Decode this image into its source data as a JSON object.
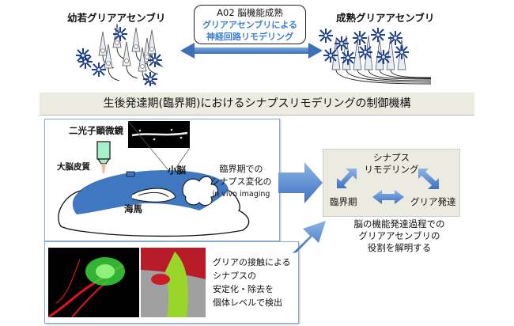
{
  "top": {
    "left_title": "幼若グリアアセンブリ",
    "right_title": "成熟グリアアセンブリ",
    "center_box": {
      "line1": "A02 脳機能成熟",
      "line2": "グリアアセンブリによる",
      "line3": "神経回路リモデリング"
    }
  },
  "banner": {
    "title": "生後発達期(臨界期)におけるシナプスリモデリングの制御機構"
  },
  "imaging_panel": {
    "microscope_label": "二光子顕微鏡",
    "cortex_label": "大脳皮質",
    "cerebellum_label": "小脳",
    "hippocampus_label": "海馬",
    "caption_line1": "臨界期での",
    "caption_line2": "シナプス変化の",
    "caption_line3": "in vivo imaging"
  },
  "contact_panel": {
    "caption_line1": "グリアの接触による",
    "caption_line2": "シナプスの",
    "caption_line3": "安定化・除去を",
    "caption_line4": "個体レベルで検出"
  },
  "cycle_box": {
    "top_line1": "シナプス",
    "top_line2": "リモデリング",
    "left": "臨界期",
    "right": "グリア発達"
  },
  "conclusion": {
    "line1": "脳の機能発達過程での",
    "line2": "グリアアセンブリの",
    "line3": "役割を解明する"
  },
  "colors": {
    "accent_blue": "#4a86d4",
    "banner_bg": "#ecebe2",
    "glia_blue": "#1e3f8a",
    "cortex_blue": "#3f78c0",
    "microscope_green": "#a6f0c8",
    "astrocyte_green": "#3cd23c",
    "neuron_red": "#e0141e"
  }
}
